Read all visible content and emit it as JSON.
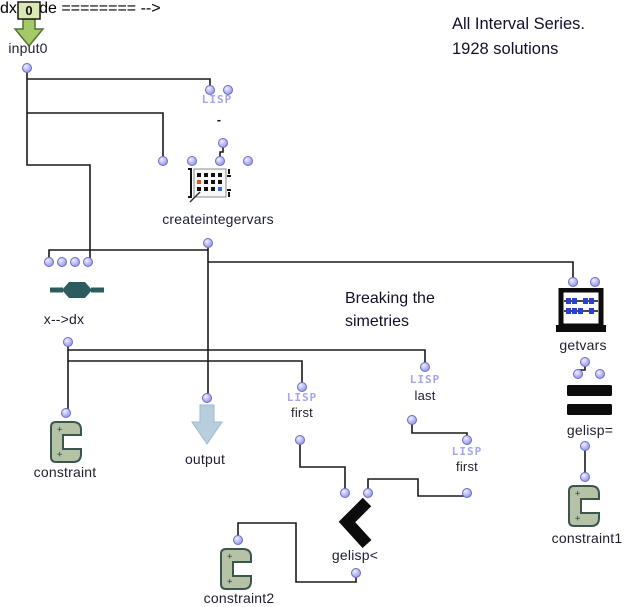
{
  "title": {
    "line1": "All Interval Series.",
    "line2": "1928 solutions"
  },
  "note": {
    "line1": "Breaking the",
    "line2": "simetries"
  },
  "nodes": {
    "input0": {
      "label": "input0",
      "badge": "0"
    },
    "minus": {
      "logo": "LISP",
      "label": "-"
    },
    "createintegervars": {
      "label": "createintegervars"
    },
    "xdx": {
      "label": "x-->dx"
    },
    "constraint": {
      "label": "constraint"
    },
    "output": {
      "label": "output"
    },
    "first1": {
      "logo": "LISP",
      "label": "first"
    },
    "last": {
      "logo": "LISP",
      "label": "last"
    },
    "first2": {
      "logo": "LISP",
      "label": "first"
    },
    "gelisp_lt": {
      "label": "gelisp<"
    },
    "getvars": {
      "label": "getvars"
    },
    "gelisp_eq": {
      "label": "gelisp="
    },
    "constraint1": {
      "label": "constraint1"
    },
    "constraint2": {
      "label": "constraint2"
    }
  },
  "connections": [
    "input0 -> - (inlet 1)",
    "input0 -> createintegervars (inlet 1)",
    "input0 -> x-->dx (inlet 4)",
    "- -> createintegervars (inlet 3)",
    "createintegervars -> x-->dx (inlet 1)",
    "createintegervars -> output (inlet 1)",
    "createintegervars -> getvars (inlet 1)",
    "x-->dx -> constraint (inlet 1)",
    "x-->dx -> first (inlet 1)",
    "x-->dx -> last (inlet 1)",
    "first -> gelisp< (inlet 1)",
    "last -> first#2 (inlet 1)",
    "first#2 -> gelisp< (inlet 2)",
    "getvars -> gelisp= (inlet 1)",
    "gelisp= -> constraint1 (inlet 1)",
    "gelisp< -> constraint2 (inlet 1)"
  ],
  "colors": {
    "wire": "#1a1a1a",
    "port": "#9b9be8",
    "lisp_logo": "#a4a4f0",
    "input_arrow_green": "#a3c968",
    "output_arrow_blue": "#b7cede",
    "xdx_teal": "#2d5c5c",
    "constraint_fill": "#b6c2a6",
    "constraint_stroke": "#3a564e",
    "bead_blue": "#2a3fd4",
    "grid_orange": "#e0570f",
    "grid_blue": "#3a6ae0"
  }
}
